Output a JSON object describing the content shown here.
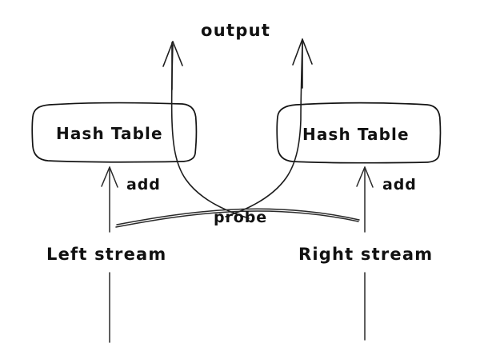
{
  "diagram": {
    "title_label": "output",
    "nodes": [
      {
        "id": "left-hash-table",
        "label": "Hash Table"
      },
      {
        "id": "right-hash-table",
        "label": "Hash Table"
      }
    ],
    "sources": [
      {
        "id": "left-stream",
        "label": "Left stream"
      },
      {
        "id": "right-stream",
        "label": "Right stream"
      }
    ],
    "edges": [
      {
        "id": "left-add",
        "label": "add"
      },
      {
        "id": "right-add",
        "label": "add"
      },
      {
        "id": "probe",
        "label": "probe"
      }
    ],
    "colors": {
      "ink": "#1a1a1a",
      "background": "#ffffff"
    }
  }
}
